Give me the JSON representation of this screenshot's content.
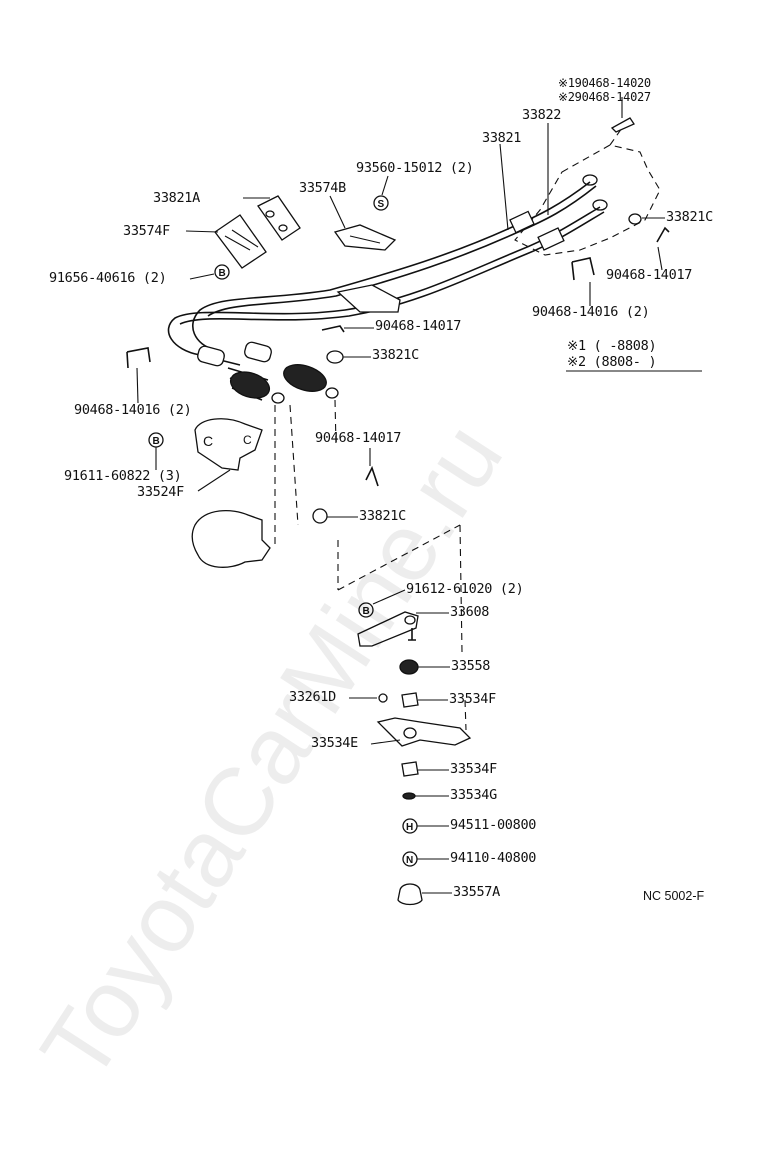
{
  "labels": {
    "note1": "※190468-14020",
    "note2": "※290468-14027",
    "p33822": "33822",
    "p33821": "33821",
    "p93560": "93560-15012 (2)",
    "p33821A": "33821A",
    "p33574B": "33574B",
    "p33574F": "33574F",
    "p91656": "91656-40616 (2)",
    "p33821C_a": "33821C",
    "p90468_14017_a": "90468-14017",
    "p90468_14016_a": "90468-14016 (2)",
    "p90468_14017_b": "90468-14017",
    "p33821C_b": "33821C",
    "range1": "※1 (      -8808)",
    "range2": "※2 (8808-      )",
    "p90468_14016_b": "90468-14016 (2)",
    "p90468_14017_c": "90468-14017",
    "p91611": "91611-60822 (3)",
    "p33524F": "33524F",
    "p33821C_c": "33821C",
    "p91612": "91612-61020 (2)",
    "p33608": "33608",
    "p33558": "33558",
    "p33261D": "33261D",
    "p33534F_a": "33534F",
    "p33534E": "33534E",
    "p33534F_b": "33534F",
    "p33534G": "33534G",
    "p94511": "94511-00800",
    "p94110": "94110-40800",
    "p33557A": "33557A",
    "diagram_code": "NC 5002-F"
  },
  "badges": {
    "S": "S",
    "B": "B",
    "H": "H",
    "N": "N"
  },
  "watermark": "ToyotaCarMine.ru"
}
